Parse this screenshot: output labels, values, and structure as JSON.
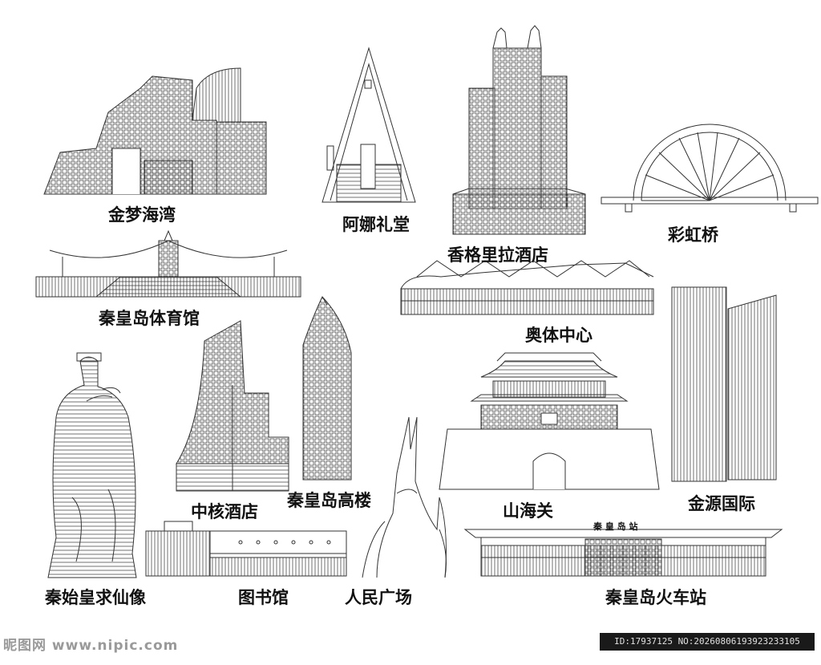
{
  "landmarks": {
    "jinmeng_bay": "金梦海湾",
    "ana_hall": "阿娜礼堂",
    "shangri_la": "香格里拉酒店",
    "rainbow_bridge": "彩虹桥",
    "stadium": "秦皇岛体育馆",
    "olympic_center": "奥体中心",
    "cnnc_hotel": "中核酒店",
    "qhd_tower": "秦皇岛高楼",
    "shanhai_pass": "山海关",
    "jinyuan": "金源国际",
    "qinshihuang": "秦始皇求仙像",
    "library": "图书馆",
    "peoples_square": "人民广场",
    "railway_station": "秦皇岛火车站",
    "station_sign": "秦 皇 岛 站"
  },
  "watermark": {
    "site": "昵图网 www.nipic.com",
    "id": "ID:17937125 NO:20260806193923233105"
  },
  "colors": {
    "line": "#333333",
    "text": "#111111",
    "bar": "#1a1a1a"
  }
}
